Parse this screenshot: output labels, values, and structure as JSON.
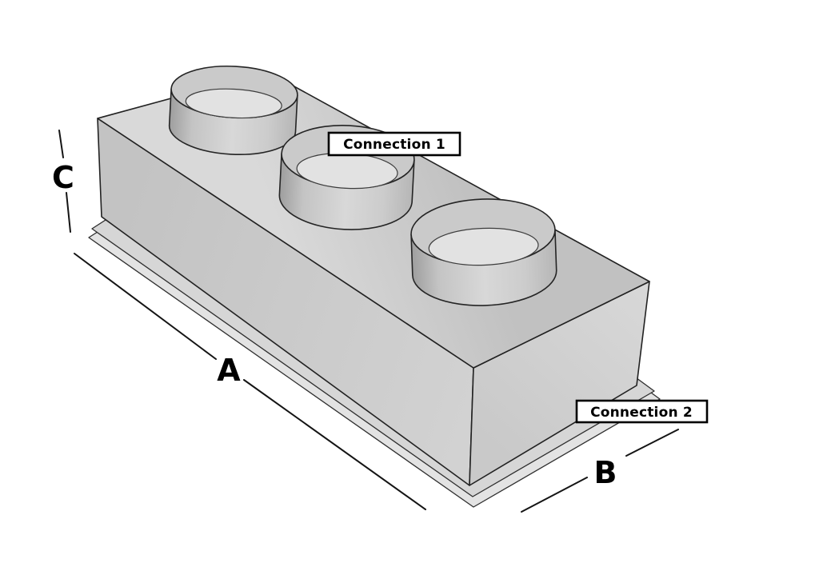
{
  "diagram": {
    "description": "Isometric technical drawing of a rectangular duct plenum box with a bottom flange and three round duct collars on top",
    "labels": {
      "dim_a": "A",
      "dim_b": "B",
      "dim_c": "C",
      "connection1": "Connection 1",
      "connection2": "Connection 2"
    },
    "colors": {
      "background": "#ffffff",
      "outline": "#222222",
      "face_top_light": "#d9d9d9",
      "face_top_dark": "#c1c1c1",
      "face_front": "#cccccc",
      "face_right": "#d1d1d1",
      "flange_top": "#d6d6d6",
      "flange_under": "#e3e3e3",
      "collar_rim": "#cacaca",
      "collar_hole": "#e2e2e2",
      "dim_line": "#141414",
      "label_bg": "#ffffff",
      "label_border": "#000000",
      "label_text": "#000000"
    }
  }
}
